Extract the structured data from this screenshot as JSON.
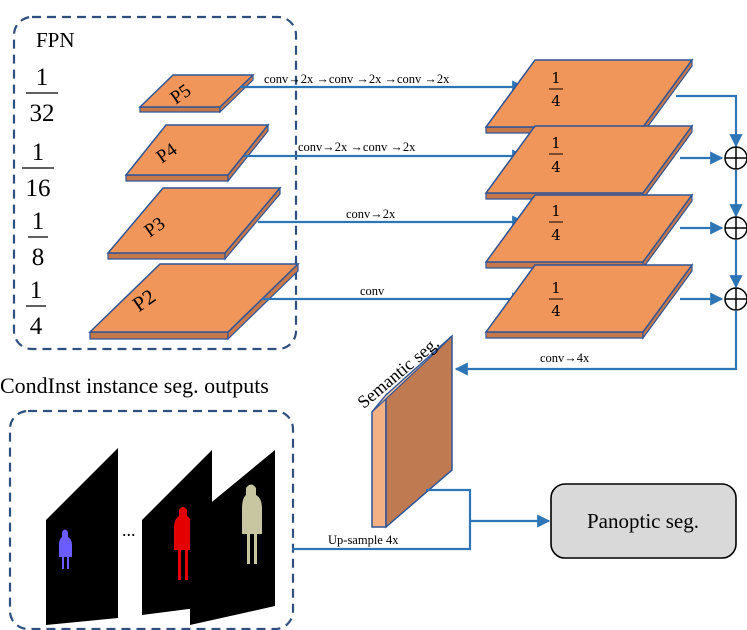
{
  "fpn": {
    "title": "FPN",
    "scales": [
      {
        "num": "1",
        "den": "32"
      },
      {
        "num": "1",
        "den": "16"
      },
      {
        "num": "1",
        "den": "8"
      },
      {
        "num": "1",
        "den": "4"
      }
    ],
    "levels": [
      "P5",
      "P4",
      "P3",
      "P2"
    ]
  },
  "branches": [
    {
      "ops": "conv→2x →conv →2x →conv →2x",
      "out_num": "1",
      "out_den": "4"
    },
    {
      "ops": "conv→2x →conv →2x",
      "out_num": "1",
      "out_den": "4"
    },
    {
      "ops": "conv→2x",
      "out_num": "1",
      "out_den": "4"
    },
    {
      "ops": "conv",
      "out_num": "1",
      "out_den": "4"
    }
  ],
  "merge": {
    "symbol": "⊕",
    "final_op": "conv→4x"
  },
  "semantic": {
    "label": "Semantic seg."
  },
  "instance": {
    "title": "CondInst instance seg. outputs",
    "ellipsis": "...",
    "upsample": "Up-sample 4x"
  },
  "panoptic": {
    "label": "Panoptic seg."
  },
  "colors": {
    "plate": "#f0965a",
    "plate_edge": "#2f5597",
    "arrow": "#2e75b6",
    "frame": "#2f4f7f",
    "panoptic_fill": "#d9d9d9"
  }
}
